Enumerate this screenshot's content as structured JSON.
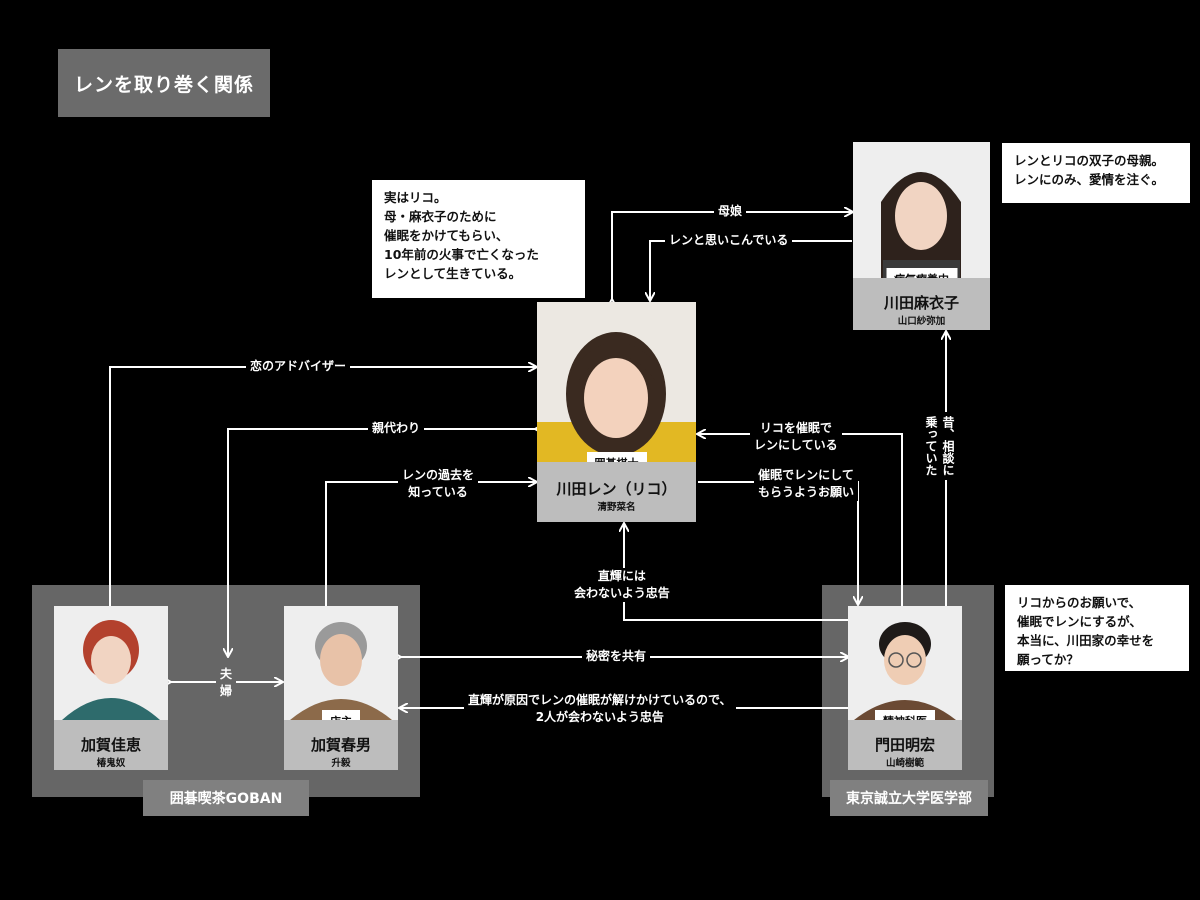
{
  "title": "レンを取り巻く関係",
  "groups": {
    "goban": "囲碁喫茶GOBAN",
    "univ": "東京誠立大学医学部"
  },
  "characters": {
    "ren": {
      "role": "囲碁棋士",
      "name": "川田レン（リコ）",
      "actor": "清野菜名"
    },
    "maiko": {
      "role": "病気療養中",
      "name": "川田麻衣子",
      "actor": "山口紗弥加"
    },
    "yoshie": {
      "name": "加賀佳恵",
      "actor": "椿鬼奴"
    },
    "haruo": {
      "role": "店主",
      "name": "加賀春男",
      "actor": "升毅"
    },
    "akihiro": {
      "role": "精神科医",
      "name": "門田明宏",
      "actor": "山崎樹範"
    }
  },
  "notes": {
    "ren": "実はリコ。\n母・麻衣子のために\n催眠をかけてもらい、\n10年前の火事で亡くなった\nレンとして生きている。",
    "maiko": "レンとリコの双子の母親。\nレンにのみ、愛情を注ぐ。",
    "akihiro": "リコからのお願いで、\n催眠でレンにするが、\n本当に、川田家の幸せを\n願ってか？"
  },
  "relations": {
    "mother_daughter": "母娘",
    "believes_ren": "レンと思いこんでいる",
    "love_adviser": "恋のアドバイザー",
    "parent_figure": "親代わり",
    "knows_past": "レンの過去を\n知っている",
    "hypnotized": "リコを催眠で\nレンにしている",
    "request": "催眠でレンにして\nもらうようお願い",
    "consulted": "昔、相談に\n乗っていた",
    "warn_naoki": "直輝には\n会わないよう忠告",
    "couple": "夫\n婦",
    "shared_secret": "秘密を共有",
    "warn_two": "直輝が原因でレンの催眠が解けかけているので、\n2人が会わないよう忠告"
  },
  "colors": {
    "background": "#000000",
    "group": "#666666",
    "card": "#bdbdbd",
    "line": "#ffffff"
  }
}
